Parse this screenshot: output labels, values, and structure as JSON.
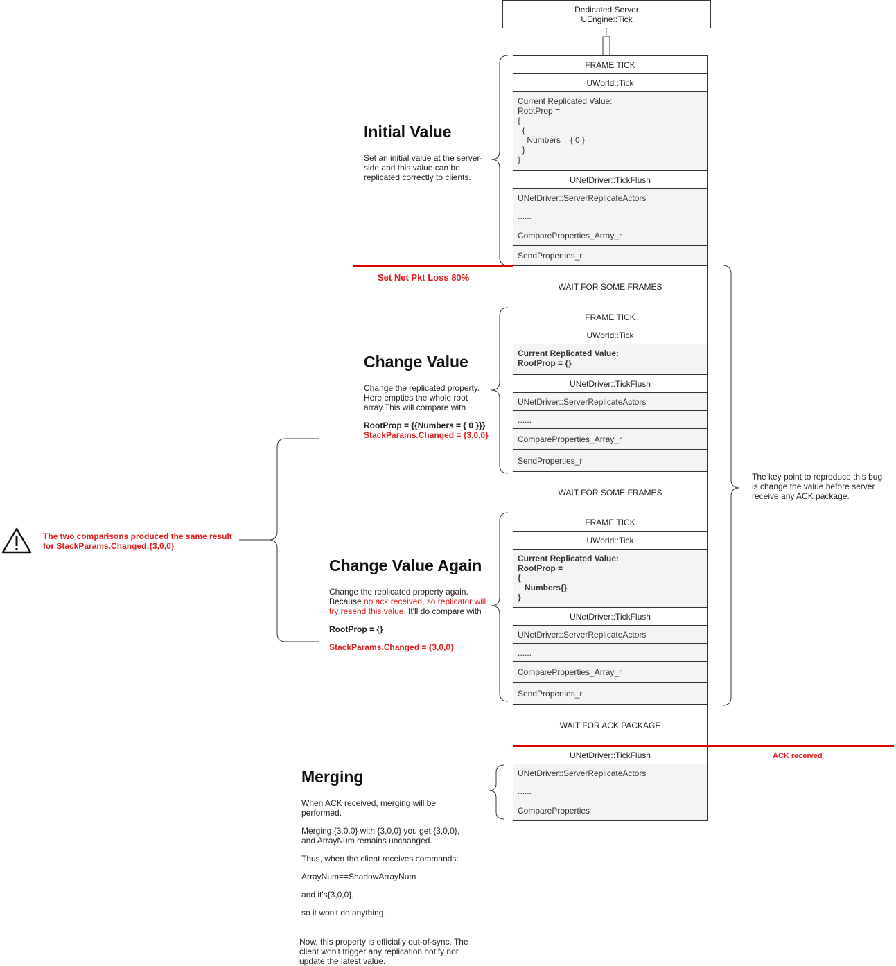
{
  "server": {
    "line1": "Dedicated Server",
    "line2": "UEngine::Tick"
  },
  "block1": {
    "frame_tick": "FRAME TICK",
    "uworld_tick": "UWorld::Tick",
    "replicated_value": "Current Replicated Value:\nRootProp =\n{\n  {\n    Numbers = { 0 }\n  }\n}",
    "tick_flush": "UNetDriver::TickFlush",
    "server_replicate": "UNetDriver::ServerReplicateActors",
    "dots": "......",
    "compare": "CompareProperties_Array_r",
    "send": "SendProperties_r"
  },
  "wait1": "WAIT FOR SOME FRAMES",
  "block2": {
    "frame_tick": "FRAME TICK",
    "uworld_tick": "UWorld::Tick",
    "replicated_value": "Current Replicated Value:\nRootProp = {}",
    "tick_flush": "UNetDriver::TickFlush",
    "server_replicate": "UNetDriver::ServerReplicateActors",
    "dots": "......",
    "compare": "CompareProperties_Array_r",
    "send": "SendProperties_r"
  },
  "wait2": "WAIT FOR SOME FRAMES",
  "block3": {
    "frame_tick": "FRAME TICK",
    "uworld_tick": "UWorld::Tick",
    "replicated_value": "Current Replicated Value:\nRootProp =\n{\n   Numbers{}\n}",
    "tick_flush": "UNetDriver::TickFlush",
    "server_replicate": "UNetDriver::ServerReplicateActors",
    "dots": "......",
    "compare": "CompareProperties_Array_r",
    "send": "SendProperties_r"
  },
  "wait_ack": "WAIT FOR ACK PACKAGE",
  "block4": {
    "tick_flush": "UNetDriver::TickFlush",
    "server_replicate": "UNetDriver::ServerReplicateActors",
    "dots": "......",
    "compare": "CompareProperties"
  },
  "initial": {
    "title": "Initial Value",
    "desc": "Set an initial value at the server-side and this value can be replicated correctly to clients."
  },
  "pkt_loss": "Set Net Pkt Loss 80%",
  "change": {
    "title": "Change Value",
    "desc": "Change the replicated property. Here empties the whole root array.This will compare with",
    "rootprop": "RootProp = {{Numbers = { 0 }}}",
    "stack": "StackParams.Changed = {3,0,0}"
  },
  "change_again": {
    "title": "Change Value Again",
    "desc_a": "Change the replicated property again. Because ",
    "desc_b": "no ack received, so replicator will try resend this value.",
    "desc_c": " It'll do compare with",
    "rootprop": "RootProp = {}",
    "stack": "StackParams.Changed = {3,0,0}"
  },
  "warning": {
    "icon": "warning-triangle-icon",
    "text": "The two comparisons produced the same result for StackParams.Changed:{3,0,0}"
  },
  "key_point": "The key point to reproduce this bug is change the value before server receive any ACK package.",
  "ack_received": "ACK received",
  "merging": {
    "title": "Merging",
    "p1": "When ACK received, merging will be performed.",
    "p2": "Merging {3,0,0} with {3,0,0} you get {3,0,0}, and ArrayNum remains unchanged.",
    "p3": "Thus, when the client receives commands:",
    "p4": "ArrayNum==ShadowArrayNum",
    "p5": "and it's{3,0,0},",
    "p6": "so it won't do anything.",
    "p7": "Now, this property is officially out-of-sync. The client won't trigger any replication notify nor update the latest value."
  },
  "colors": {
    "accent_red": "#e02020",
    "line_red": "#e00000",
    "box_gray": "#f4f4f4"
  }
}
